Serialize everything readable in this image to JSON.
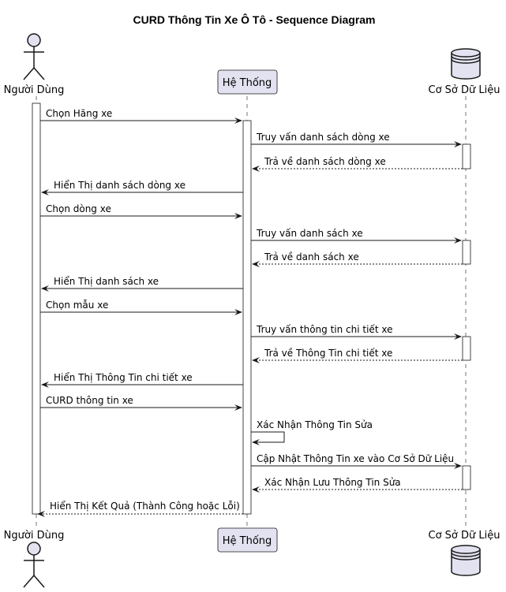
{
  "title": "CURD Thông Tin Xe Ô Tô - Sequence Diagram",
  "participants": [
    {
      "id": "user",
      "label": "Người Dùng",
      "kind": "actor"
    },
    {
      "id": "system",
      "label": "Hệ Thống",
      "kind": "participant"
    },
    {
      "id": "db",
      "label": "Cơ Sở Dữ Liệu",
      "kind": "database"
    }
  ],
  "messages": [
    {
      "from": "user",
      "to": "system",
      "label": "Chọn Hãng xe",
      "style": "solid"
    },
    {
      "from": "system",
      "to": "db",
      "label": "Truy vấn danh sách dòng xe",
      "style": "solid"
    },
    {
      "from": "db",
      "to": "system",
      "label": "Trả về danh sách dòng xe",
      "style": "dashed"
    },
    {
      "from": "system",
      "to": "user",
      "label": "Hiển Thị danh sách dòng xe",
      "style": "solid"
    },
    {
      "from": "user",
      "to": "system",
      "label": "Chọn dòng xe",
      "style": "solid"
    },
    {
      "from": "system",
      "to": "db",
      "label": "Truy vấn danh sách xe",
      "style": "solid"
    },
    {
      "from": "db",
      "to": "system",
      "label": "Trả về danh sách xe",
      "style": "dashed"
    },
    {
      "from": "system",
      "to": "user",
      "label": "Hiển Thị danh sách xe",
      "style": "solid"
    },
    {
      "from": "user",
      "to": "system",
      "label": "Chọn mẫu xe",
      "style": "solid"
    },
    {
      "from": "system",
      "to": "db",
      "label": "Truy vấn thông tin chi tiết xe",
      "style": "solid"
    },
    {
      "from": "db",
      "to": "system",
      "label": "Trả về Thông Tin chi tiết xe",
      "style": "dashed"
    },
    {
      "from": "system",
      "to": "user",
      "label": "Hiển Thị Thông Tin chi tiết xe",
      "style": "solid"
    },
    {
      "from": "user",
      "to": "system",
      "label": "CURD thông tin xe",
      "style": "solid"
    },
    {
      "from": "system",
      "to": "system",
      "label": "Xác Nhận Thông Tin Sửa",
      "style": "solid"
    },
    {
      "from": "system",
      "to": "db",
      "label": "Cập Nhật Thông Tin xe vào Cơ Sở Dữ Liệu",
      "style": "solid"
    },
    {
      "from": "db",
      "to": "system",
      "label": "Xác Nhận Lưu Thông Tin Sửa",
      "style": "dashed"
    },
    {
      "from": "system",
      "to": "user",
      "label": "Hiển Thị Kết Quả (Thành Công hoặc Lỗi)",
      "style": "dashed"
    }
  ],
  "colors": {
    "participant_fill": "#E2E2F0",
    "participant_border": "#181818",
    "activation_fill": "#FFFFFF",
    "line": "#181818"
  }
}
